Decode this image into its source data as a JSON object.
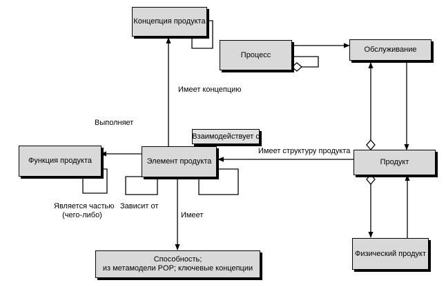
{
  "nodes": {
    "product_concept": "Концепция продукта",
    "process": "Процесс",
    "service": "Обслуживание",
    "product_function": "Функция продукта",
    "product_element": "Элемент продукта",
    "product": "Продукт",
    "physical_product": "Физический продукт",
    "capability_line1": "Способность;",
    "capability_line2": "из метамодели POP; ключевые концепции"
  },
  "edge_labels": {
    "has_concept": "Имеет концепцию",
    "performs": "Выполняет",
    "interacts_with": "Взаимодействует с",
    "has_product_structure": "Имеет структуру продукта",
    "is_part_of_line1": "Является частью",
    "is_part_of_line2": "(чего-либо)",
    "depends_on": "Зависит от",
    "has": "Имеет"
  }
}
